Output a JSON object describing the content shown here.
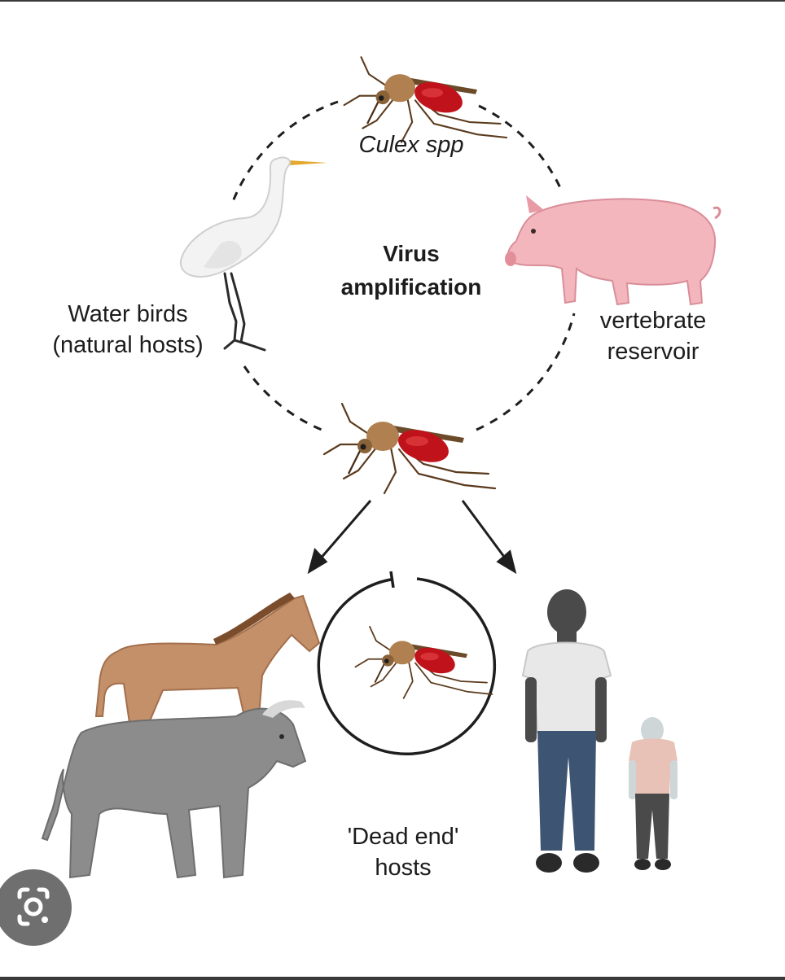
{
  "labels": {
    "vector": "Culex spp",
    "center_line1": "Virus",
    "center_line2": "amplification",
    "birds_line1": "Water birds",
    "birds_line2": "(natural hosts)",
    "reservoir_line1": "vertebrate",
    "reservoir_line2": "reservoir",
    "deadend_line1": "'Dead end'",
    "deadend_line2": "hosts"
  },
  "icons": {
    "mosquito": "mosquito-icon",
    "egret": "egret-icon",
    "pig": "pig-icon",
    "horse": "horse-icon",
    "cow": "cow-icon",
    "human_adult": "human-adult-icon",
    "human_child": "human-child-icon",
    "lens": "google-lens-icon"
  },
  "colors": {
    "mosquito_body": "#b08050",
    "mosquito_blood": "#c0121b",
    "pig": "#f3b6bd",
    "egret": "#f3f3f3",
    "beak": "#e3a92d",
    "horse": "#c4906a",
    "cow": "#8c8c8c",
    "shirt": "#e8e8e8",
    "jeans": "#3d5573",
    "skin": "#4a4a4a"
  }
}
